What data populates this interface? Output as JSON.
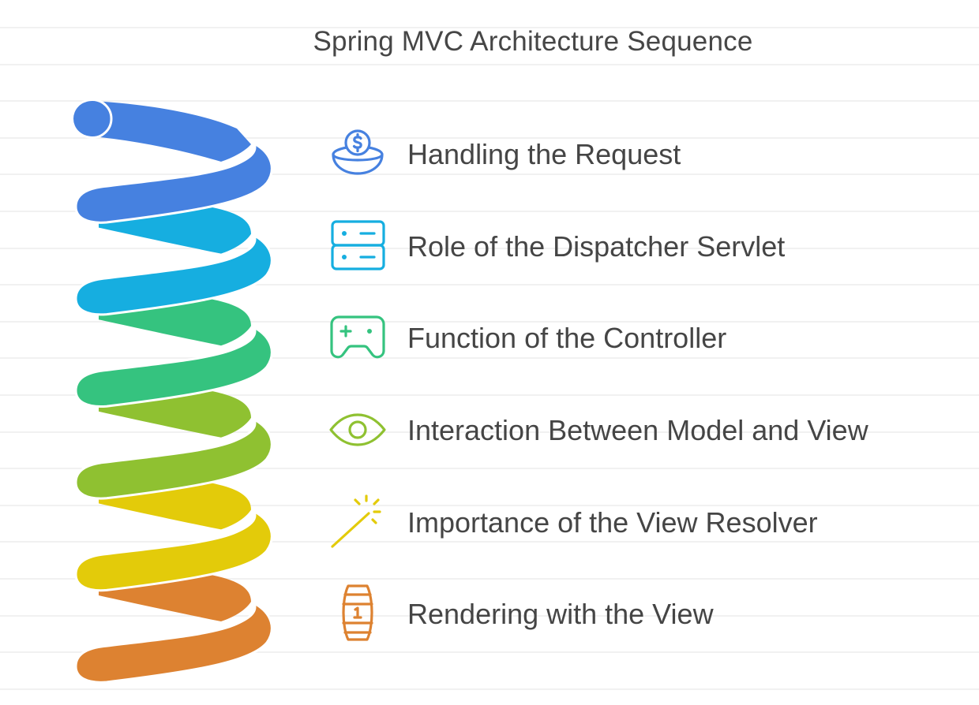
{
  "title": "Spring MVC Architecture Sequence",
  "steps": [
    {
      "label": "Handling the Request",
      "icon": "coin-bowl-icon",
      "color": "#4681E0"
    },
    {
      "label": "Role of the Dispatcher Servlet",
      "icon": "server-icon",
      "color": "#16AEE0"
    },
    {
      "label": "Function of the Controller",
      "icon": "gamepad-icon",
      "color": "#35C37F"
    },
    {
      "label": "Interaction Between Model and View",
      "icon": "eye-icon",
      "color": "#8FC131"
    },
    {
      "label": "Importance of the View Resolver",
      "icon": "magic-wand-icon",
      "color": "#E3CB0A"
    },
    {
      "label": "Rendering with the View",
      "icon": "barrel-icon",
      "color": "#DD8231"
    }
  ]
}
